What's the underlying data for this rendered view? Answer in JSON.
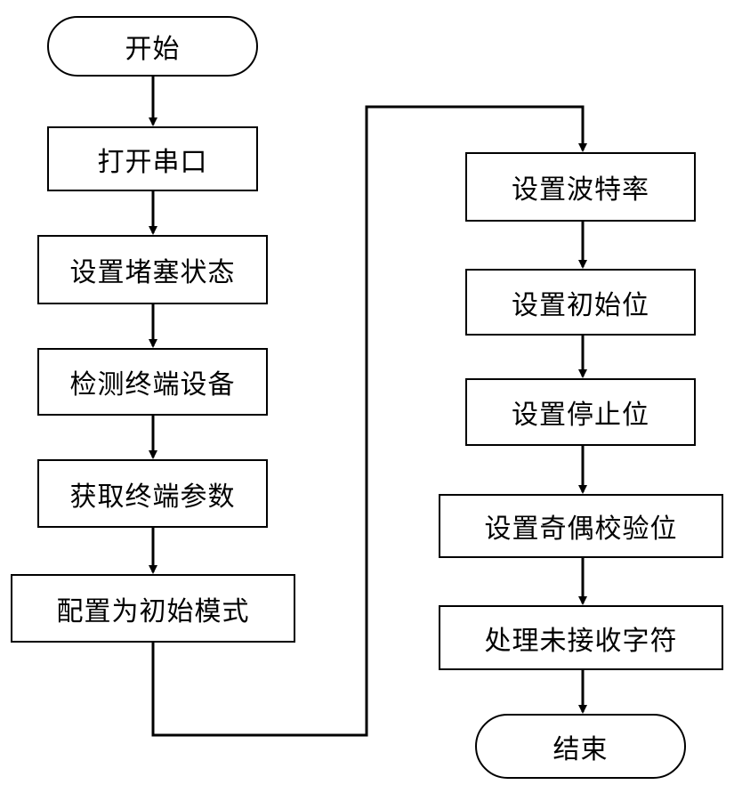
{
  "flowchart": {
    "start": "开始",
    "left_steps": [
      "打开串口",
      "设置堵塞状态",
      "检测终端设备",
      "获取终端参数",
      "配置为初始模式"
    ],
    "right_steps": [
      "设置波特率",
      "设置初始位",
      "设置停止位",
      "设置奇偶校验位",
      "处理未接收字符"
    ],
    "end": "结束"
  }
}
